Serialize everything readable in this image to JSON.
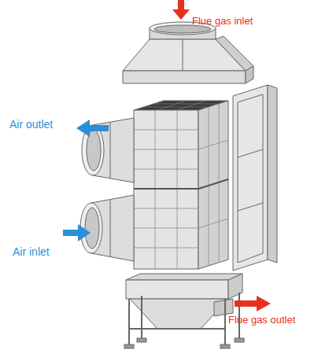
{
  "diagram": {
    "labels": [
      "Flue gas inlet",
      "Air outlet",
      "Air inlet",
      "Flue gas outlet"
    ]
  }
}
